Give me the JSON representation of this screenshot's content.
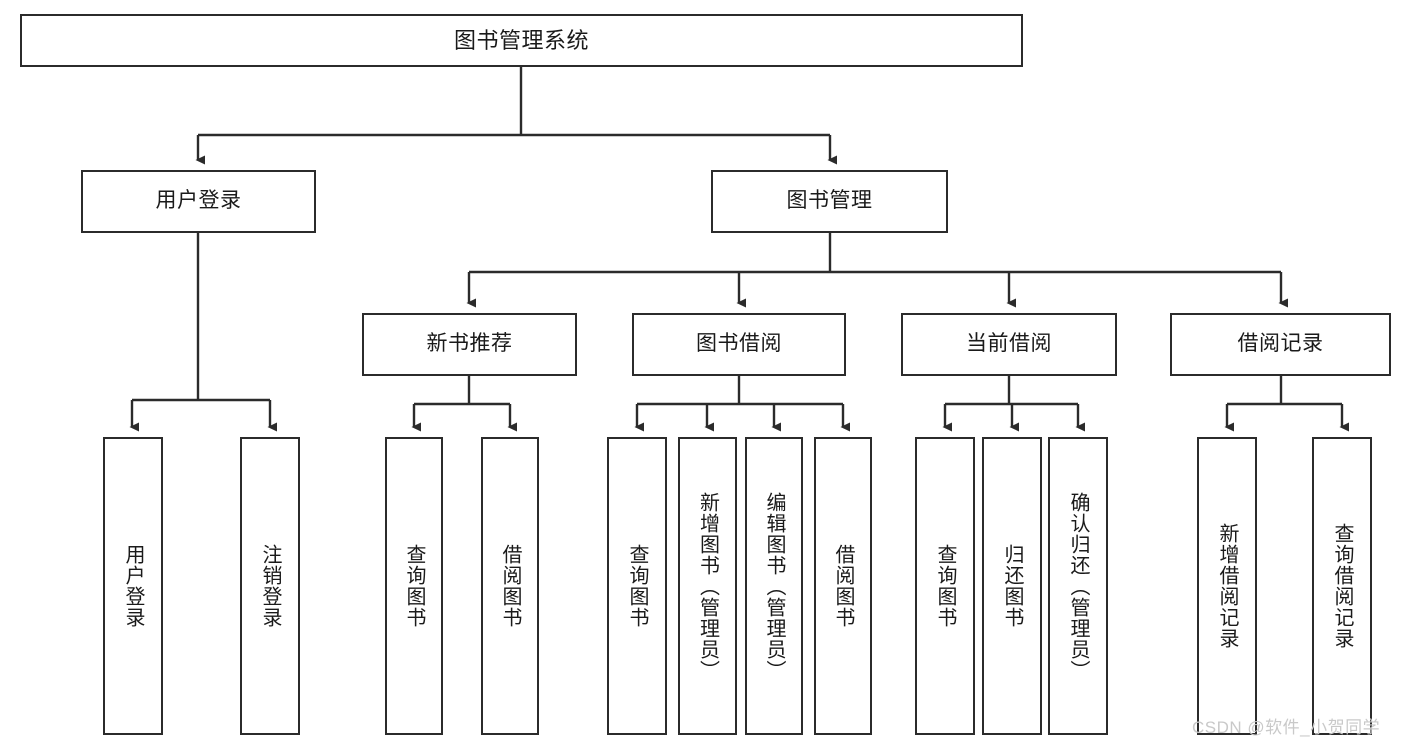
{
  "diagram": {
    "title": "图书管理系统",
    "type": "tree-hierarchy-chart",
    "orientation": "top-down",
    "stroke_color": "#2b2b2b",
    "fill_color": "#ffffff",
    "text_color": "#1a1a1a"
  },
  "nodes": {
    "root": {
      "label": "图书管理系统",
      "level": 1
    },
    "level2": [
      {
        "label": "用户登录",
        "level": 2
      },
      {
        "label": "图书管理",
        "level": 2
      }
    ],
    "level3": [
      {
        "label": "新书推荐",
        "level": 3
      },
      {
        "label": "图书借阅",
        "level": 3
      },
      {
        "label": "当前借阅",
        "level": 3
      },
      {
        "label": "借阅记录",
        "level": 3
      }
    ],
    "leaves": {
      "user_login": [
        {
          "label": "用户登录"
        },
        {
          "label": "注销登录"
        }
      ],
      "new_book_recommend": [
        {
          "label": "查询图书"
        },
        {
          "label": "借阅图书"
        }
      ],
      "book_borrow": [
        {
          "label": "查询图书"
        },
        {
          "label": "新增图书（管理员）"
        },
        {
          "label": "编辑图书（管理员）"
        },
        {
          "label": "借阅图书"
        }
      ],
      "current_borrow": [
        {
          "label": "查询图书"
        },
        {
          "label": "归还图书"
        },
        {
          "label": "确认归还（管理员）"
        }
      ],
      "borrow_record": [
        {
          "label": "新增借阅记录"
        },
        {
          "label": "查询借阅记录"
        }
      ]
    }
  },
  "watermark": {
    "text": "CSDN @软件_小贺同学"
  }
}
